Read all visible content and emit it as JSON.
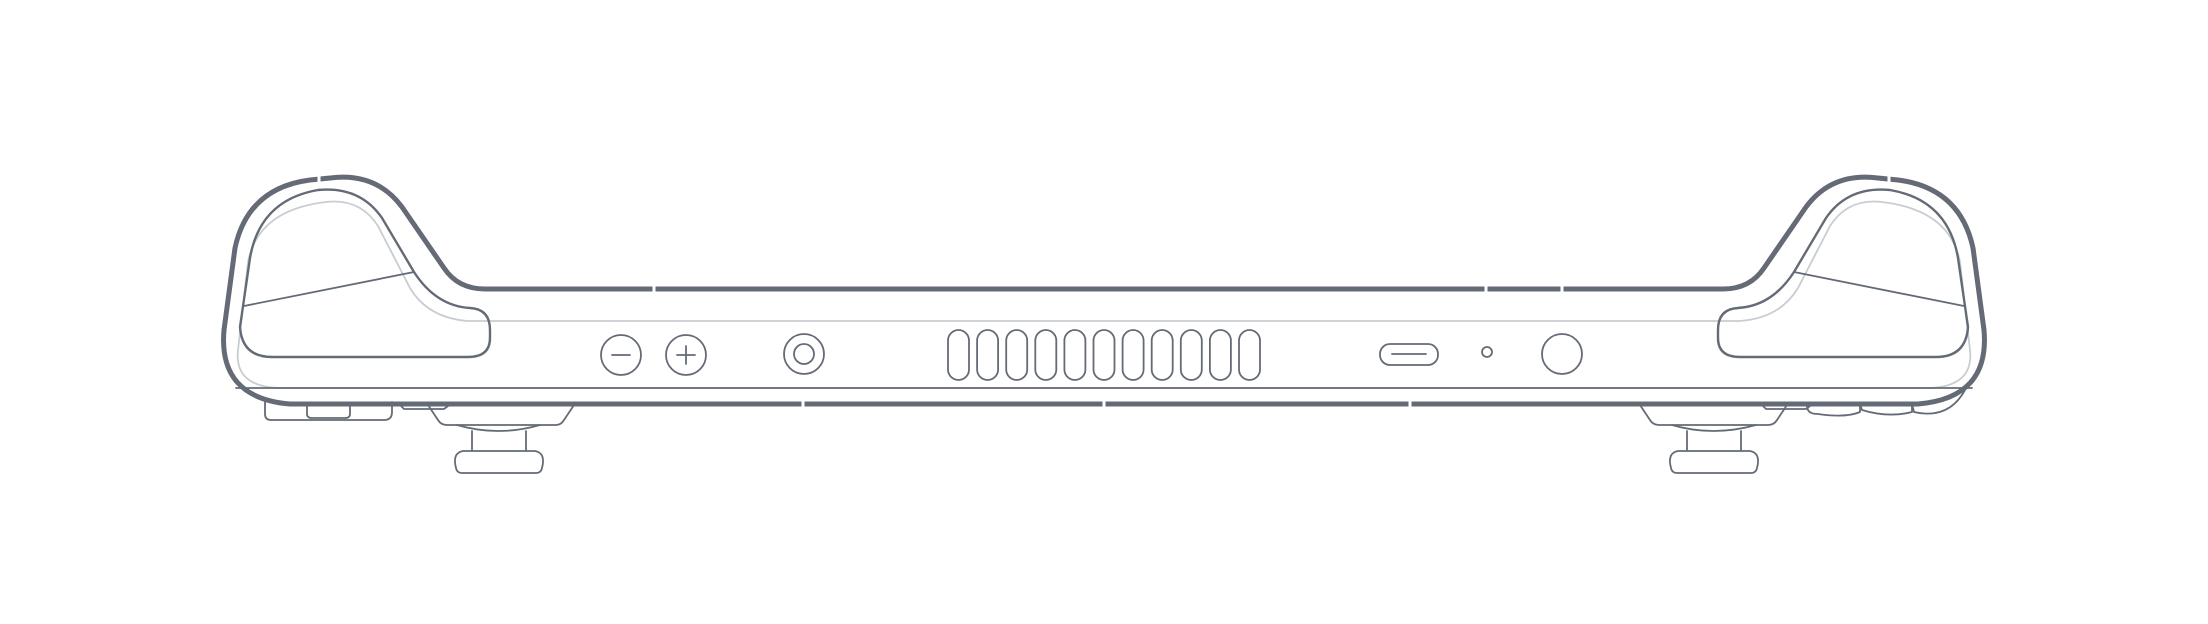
{
  "figure": {
    "type": "line-drawing",
    "subject": "handheld-console-top-edge",
    "view": "top",
    "background": "#ffffff",
    "line_color": "#646b76",
    "light_line_color": "#c9ccd1"
  },
  "components": {
    "volume_buttons": [
      "minus-icon",
      "plus-icon"
    ],
    "headphone_jack": "audio-jack-icon",
    "vent_slots": 11,
    "usb_port": "usb-c-port-icon",
    "indicator": "led-indicator-icon",
    "power_button": "power-button-icon",
    "shoulder_triggers": 2,
    "shoulder_bumpers": 2
  }
}
